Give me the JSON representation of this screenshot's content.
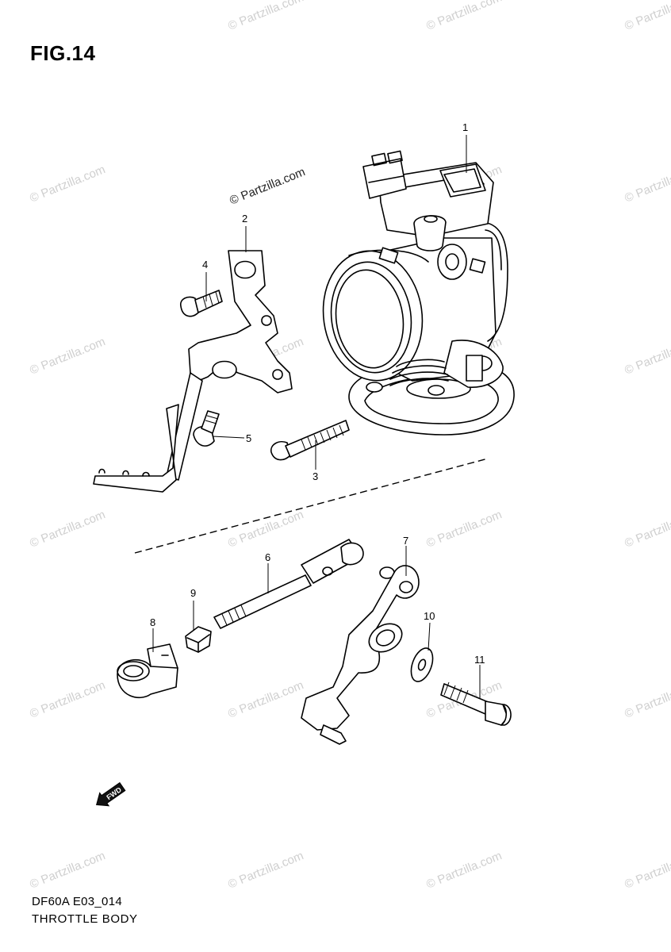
{
  "figure": {
    "title": "FIG.14",
    "code": "DF60A E03_014",
    "name": "THROTTLE BODY"
  },
  "watermark": {
    "text": "© Partzilla.com",
    "color": "#cfcfcf"
  },
  "callouts": [
    {
      "id": "1",
      "label": "1"
    },
    {
      "id": "2",
      "label": "2"
    },
    {
      "id": "3",
      "label": "3"
    },
    {
      "id": "4",
      "label": "4"
    },
    {
      "id": "5",
      "label": "5"
    },
    {
      "id": "6",
      "label": "6"
    },
    {
      "id": "7",
      "label": "7"
    },
    {
      "id": "8",
      "label": "8"
    },
    {
      "id": "9",
      "label": "9"
    },
    {
      "id": "10",
      "label": "10"
    },
    {
      "id": "11",
      "label": "11"
    }
  ],
  "fwd_badge": "FWD"
}
